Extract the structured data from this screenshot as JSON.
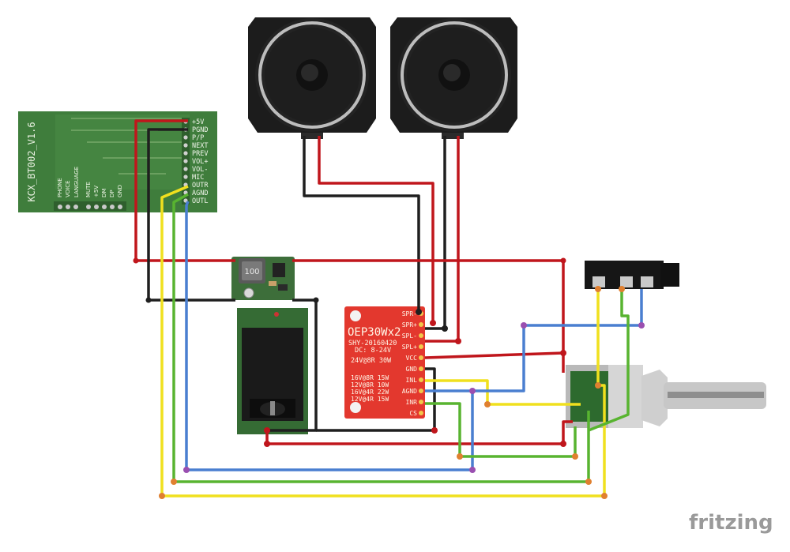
{
  "bt_module": {
    "name": "KCX_BT002_V1.6",
    "right_pins": [
      "+5V",
      "PGND",
      "P/P",
      "NEXT",
      "PREV",
      "VOL+",
      "VOL-",
      "MIC",
      "OUTR",
      "AGND",
      "OUTL"
    ],
    "bottom_pins": [
      "PHONE",
      "VOICE",
      "LANGUAGE",
      "MUTE",
      "+5V",
      "DM",
      "DP",
      "GND"
    ]
  },
  "buck_converter": {
    "label": "100"
  },
  "amplifier": {
    "title": "OEP30Wx2",
    "model": "SHY-20160420",
    "dc": "DC: 8-24V",
    "power_main": "24V@8R  30W",
    "power_rows": [
      "16V@8R  15W",
      "12V@8R  10W",
      "16V@4R  22W",
      "12V@4R  15W"
    ],
    "pins": [
      "SPR-",
      "SPR+",
      "SPL-",
      "SPL+",
      "VCC",
      "GND",
      "INL",
      "AGND",
      "INR",
      "CS"
    ]
  },
  "speakers": [
    {
      "id": "speaker-left"
    },
    {
      "id": "speaker-right"
    }
  ],
  "components": {
    "dc_jack": "dc-barrel-jack",
    "audio_jack": "3.5mm-audio-jack",
    "potentiometer": "dual-potentiometer"
  },
  "watermark": "fritzing",
  "colors": {
    "red_wire": "#c0161c",
    "black_wire": "#1f1f1f",
    "yellow_wire": "#f0e01e",
    "green_wire": "#58b430",
    "blue_wire": "#4a7fd0",
    "pcb_green": "#3f7d3c",
    "amp_red": "#e3382e"
  }
}
